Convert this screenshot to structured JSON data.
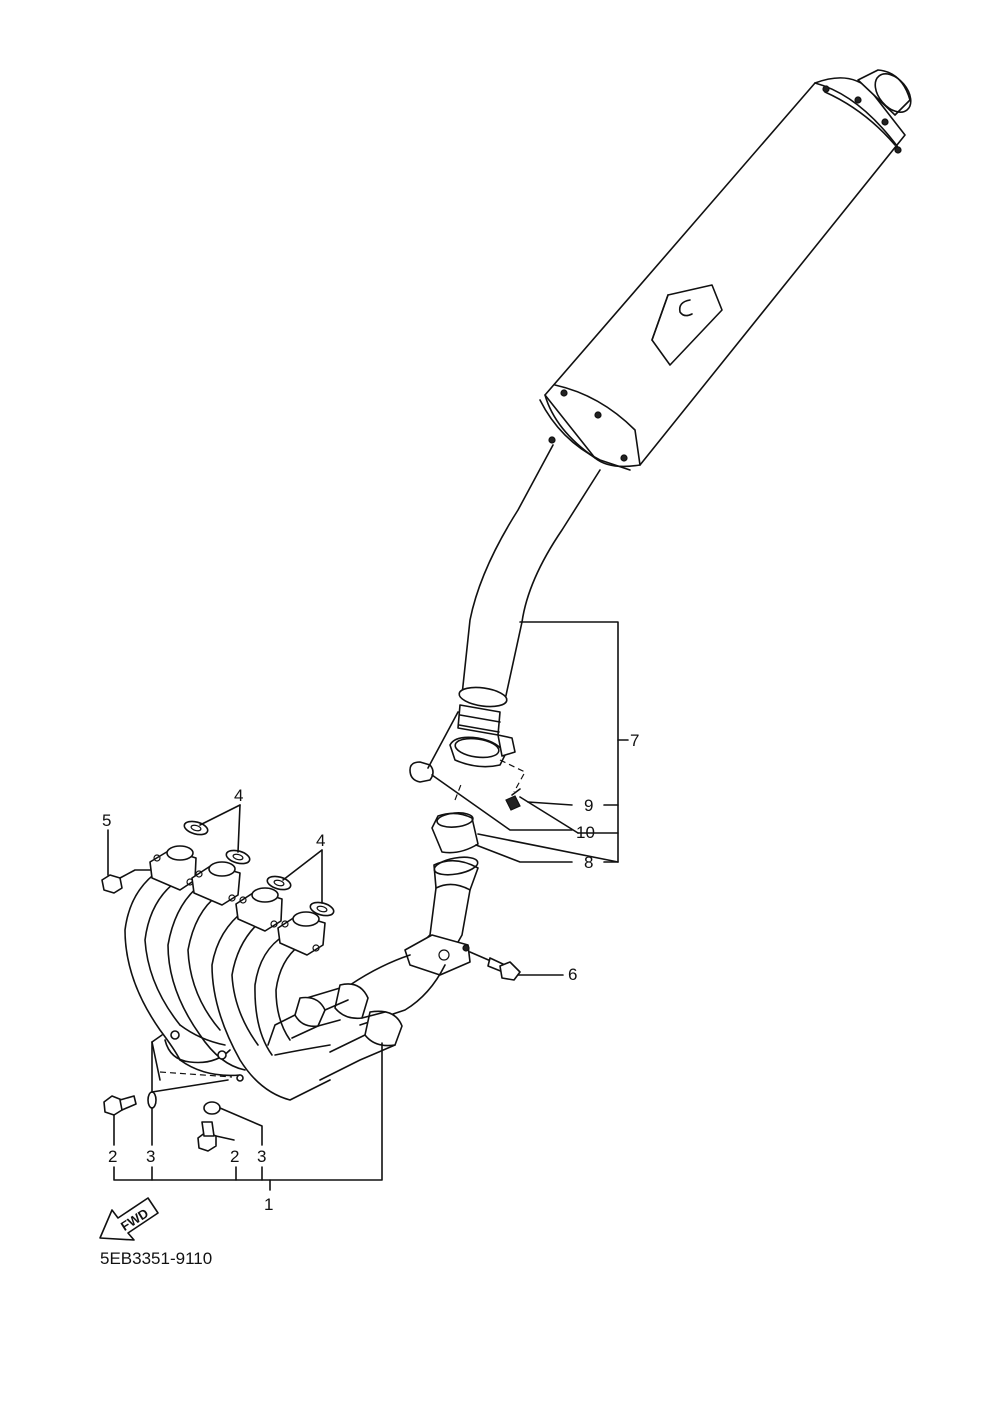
{
  "diagram": {
    "code": "5EB3351-9110",
    "fwd_label": "FWD",
    "callouts": {
      "c1": "1",
      "c2a": "2",
      "c2b": "2",
      "c3a": "3",
      "c3b": "3",
      "c4a": "4",
      "c4b": "4",
      "c5": "5",
      "c6": "6",
      "c7": "7",
      "c8": "8",
      "c9": "9",
      "c10": "10"
    }
  }
}
